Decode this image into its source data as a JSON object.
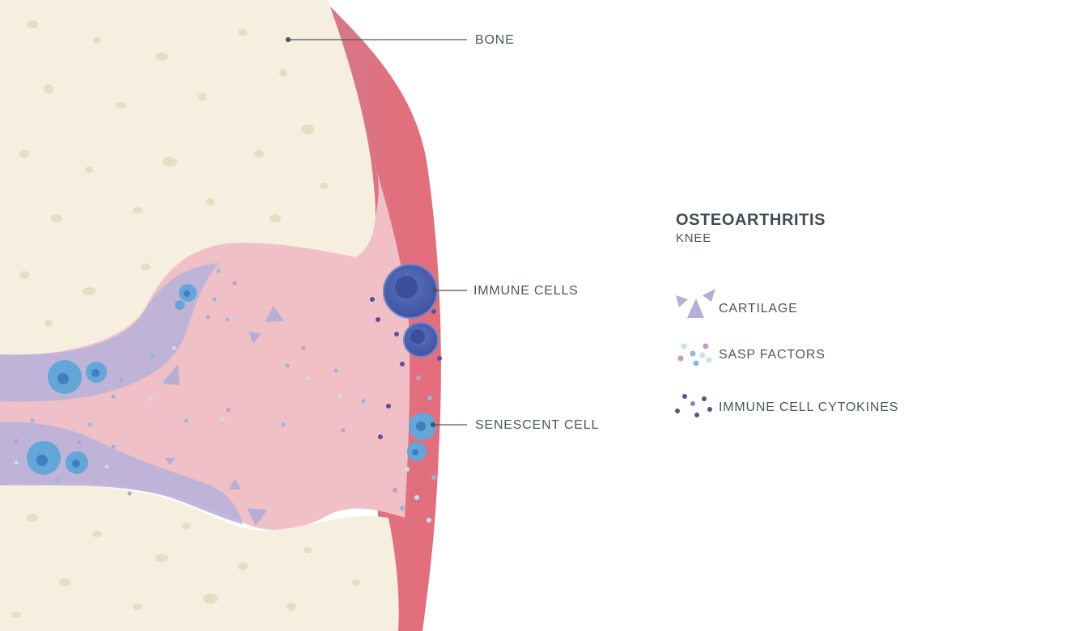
{
  "title": "OSTEOARTHRITIS",
  "subtitle": "KNEE",
  "callouts": {
    "bone": "BONE",
    "immune_cells": "IMMUNE CELLS",
    "senescent_cell": "SENESCENT CELL"
  },
  "legend": {
    "cartilage": "CARTILAGE",
    "sasp_factors": "SASP FACTORS",
    "immune_cell_cytokines": "IMMUNE CELL CYTOKINES"
  },
  "colors": {
    "bone": "#f6efdf",
    "bone_pore": "#e8dcc2",
    "synovium": "#e0727f",
    "joint_space": "#f2c6cb",
    "cartilage": "#b9b1d8",
    "cartilage_triangle": "#b7aed6",
    "senescent_cell": "#63a6d8",
    "immune_cell": "#4a62ad",
    "cytokine_dot": "#5a4f9e",
    "sasp_dot_blue": "#8fb8e0",
    "sasp_dot_pink": "#c69ac7",
    "leader_line": "#4b5661",
    "text": "#4b5661"
  }
}
